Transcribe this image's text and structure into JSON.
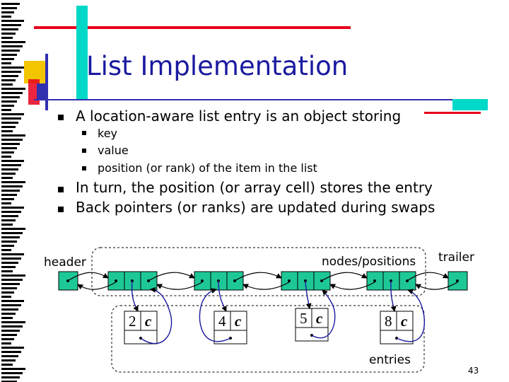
{
  "slide": {
    "title": "List Implementation",
    "page_number": "43"
  },
  "bullets": [
    {
      "level": 1,
      "text": "A location-aware list entry is an object storing"
    },
    {
      "level": 2,
      "text": "key"
    },
    {
      "level": 2,
      "text": "value"
    },
    {
      "level": 2,
      "text": "position (or rank) of the item in the list"
    },
    {
      "level": 1,
      "text": "In turn, the position (or array cell) stores the entry"
    },
    {
      "level": 1,
      "text": "Back pointers (or ranks) are updated during swaps"
    }
  ],
  "diagram": {
    "labels": {
      "header": "header",
      "positions": "nodes/positions",
      "trailer": "trailer",
      "entries": "entries"
    },
    "entries": [
      {
        "key": "2",
        "value": "c"
      },
      {
        "key": "4",
        "value": "c"
      },
      {
        "key": "5",
        "value": "c"
      },
      {
        "key": "8",
        "value": "c"
      }
    ],
    "colors": {
      "node_fill": "#1ec896",
      "title": "#1a1aa0",
      "accent_red": "#e8001c",
      "accent_yellow": "#f2c500",
      "accent_cyan": "#00d8c8",
      "accent_blue": "#3030b0"
    }
  }
}
